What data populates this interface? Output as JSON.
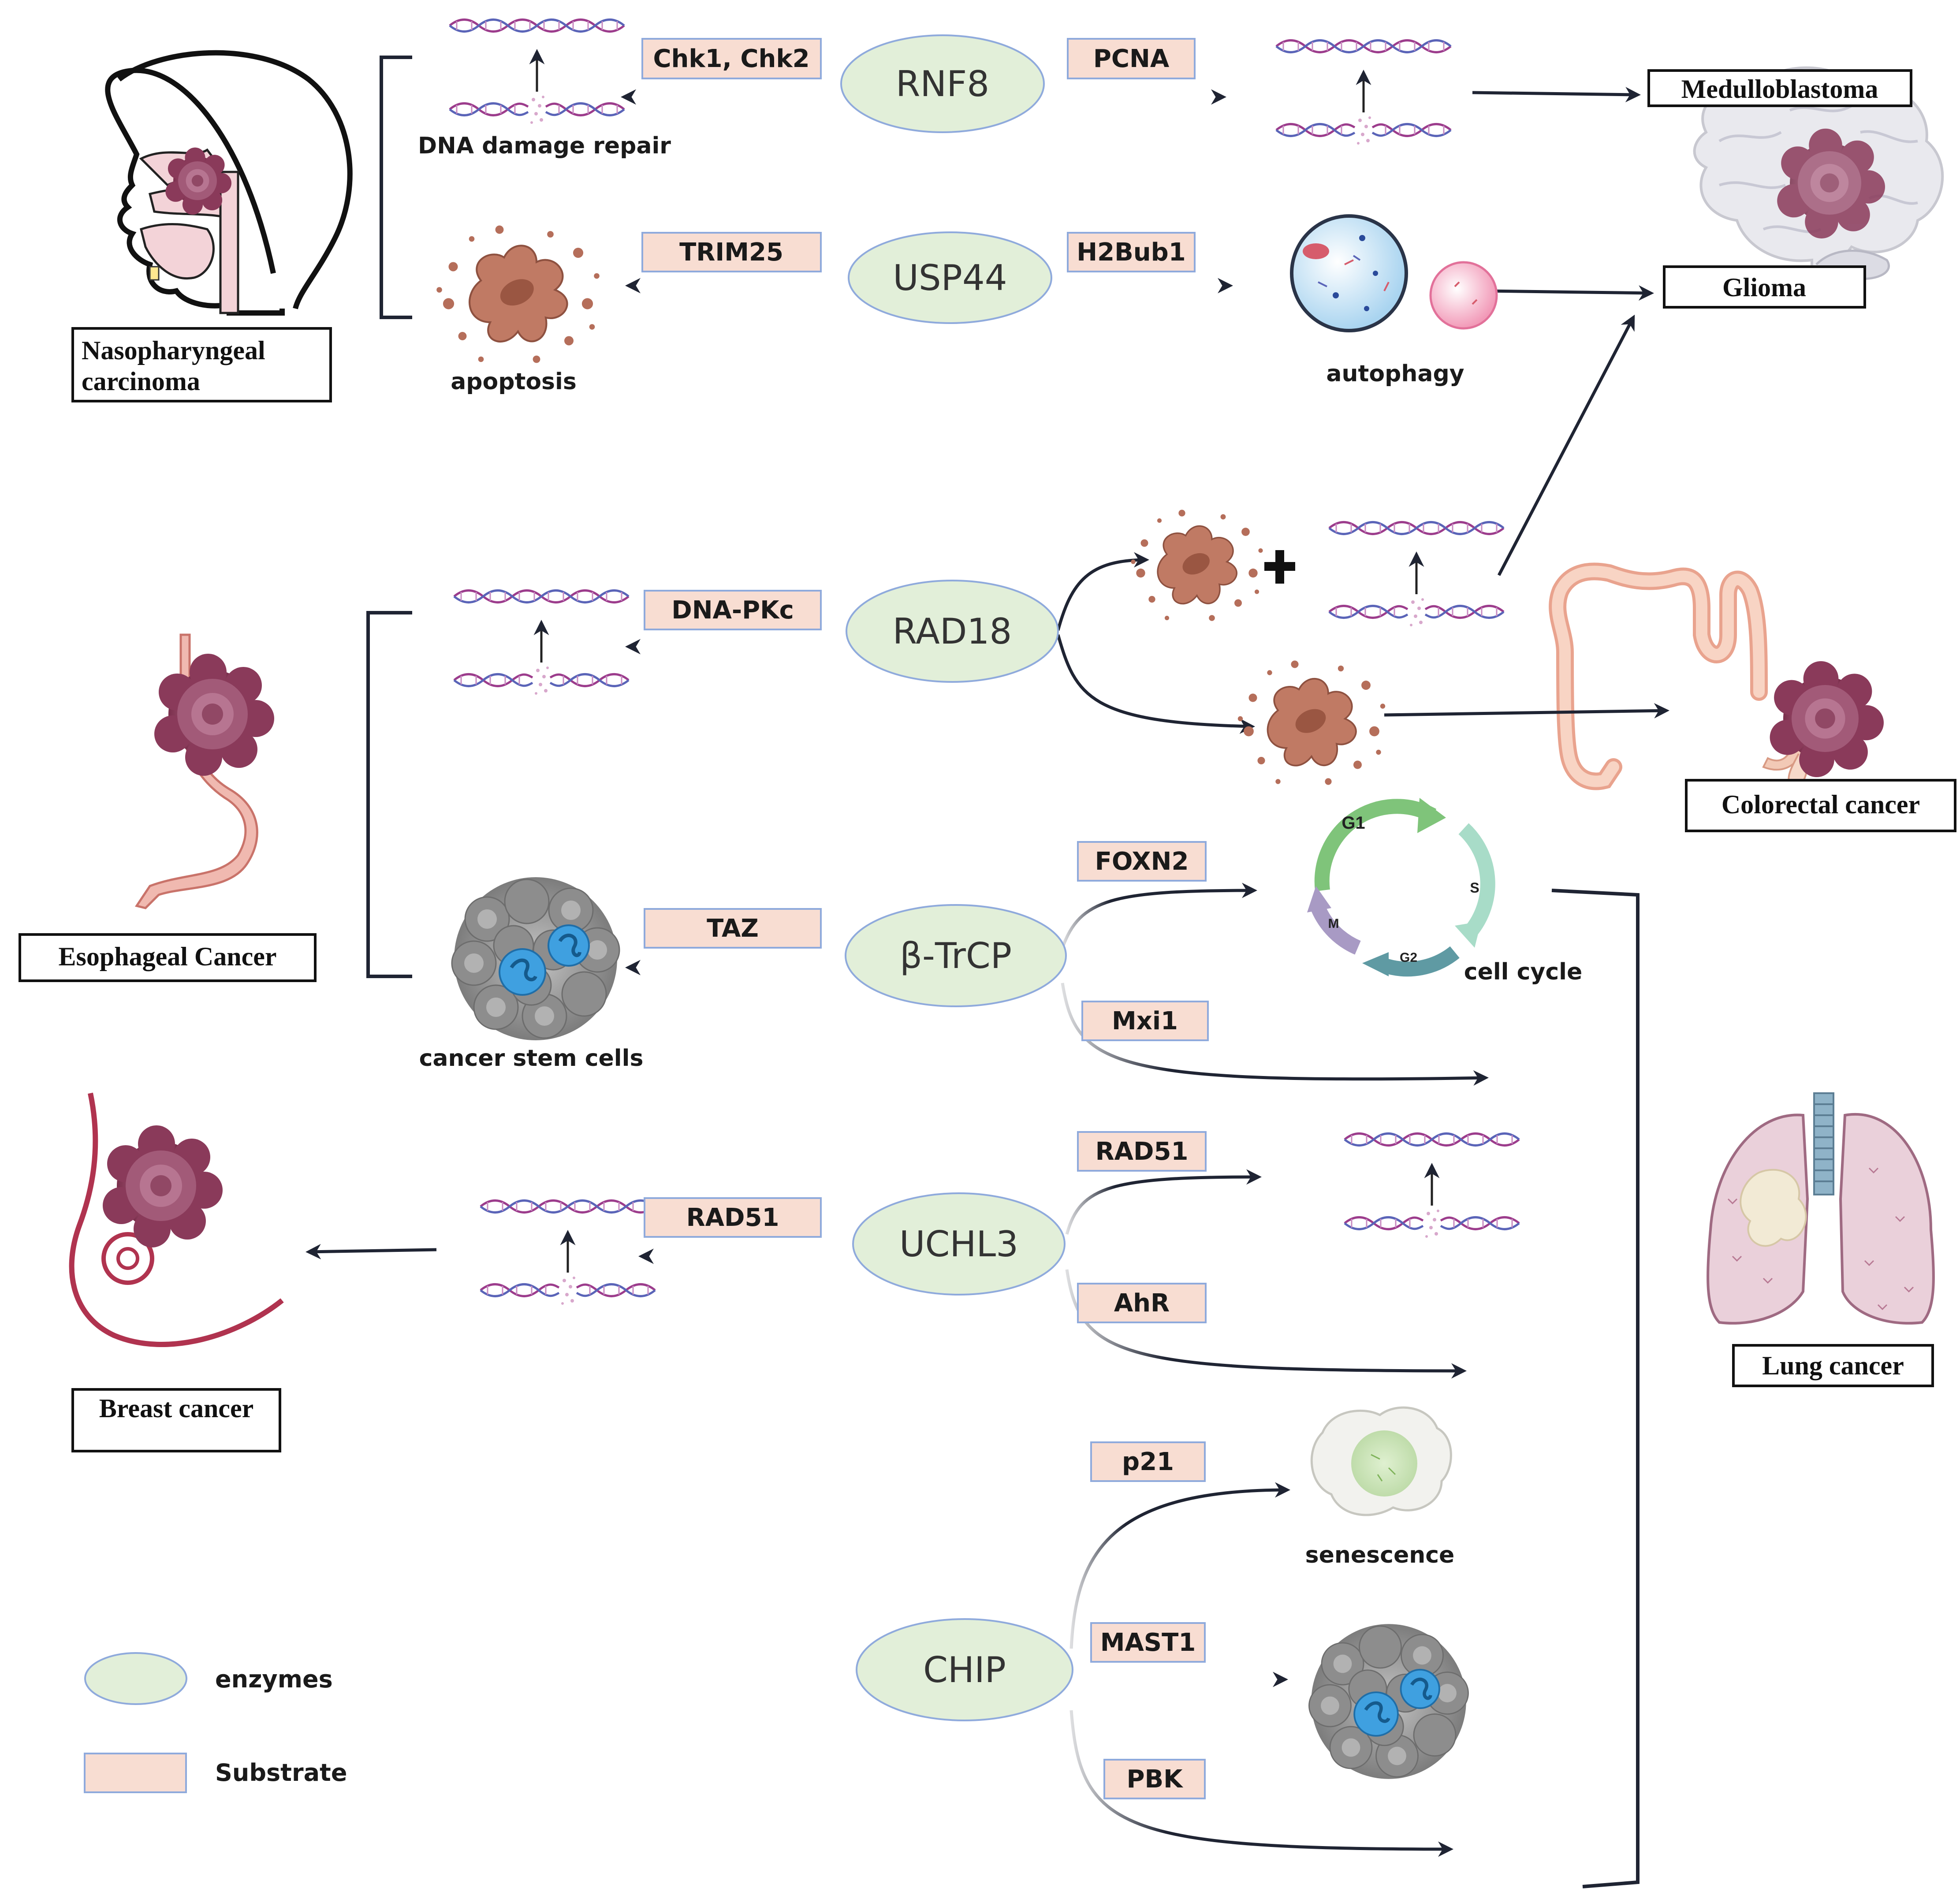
{
  "enzymes": {
    "rnf8": "RNF8",
    "usp44": "USP44",
    "rad18": "RAD18",
    "btrcp": "β-TrCP",
    "uchl3": "UCHL3",
    "chip": "CHIP"
  },
  "substrates": {
    "chk": "Chk1, Chk2",
    "pcna": "PCNA",
    "trim25": "TRIM25",
    "h2bub1": "H2Bub1",
    "dnapkc": "DNA-PKc",
    "foxn2": "FOXN2",
    "taz": "TAZ",
    "mxi1": "Mxi1",
    "rad51_a": "RAD51",
    "rad51_b": "RAD51",
    "ahr": "AhR",
    "p21": "p21",
    "mast1": "MAST1",
    "pbk": "PBK"
  },
  "captions": {
    "dna_repair": "DNA damage repair",
    "apoptosis": "apoptosis",
    "autophagy": "autophagy",
    "cancer_stem_cells": "cancer stem cells",
    "cell_cycle": "cell cycle",
    "senescence": "senescence"
  },
  "cell_cycle_phases": {
    "g1": "G1",
    "s": "S",
    "g2": "G2",
    "m": "M"
  },
  "diseases": {
    "nasopharyngeal_line1": "Nasopharyngeal",
    "nasopharyngeal_line2": "carcinoma",
    "medulloblastoma": "Medulloblastoma",
    "glioma": "Glioma",
    "esophageal": "Esophageal Cancer",
    "colorectal": "Colorectal cancer",
    "breast": "Breast cancer",
    "lung": "Lung cancer"
  },
  "legend": {
    "enzymes": "enzymes",
    "substrate": "Substrate"
  },
  "colors": {
    "enzyme_fill": "#e2efd9",
    "enzyme_stroke": "#8faadc",
    "substrate_fill": "#f8ddd2",
    "substrate_stroke": "#8faadc",
    "arrow": "#1f2433",
    "dna_strand_a": "#9c3c8c",
    "dna_strand_b": "#5a64b8",
    "tumor": "#8a3a5a",
    "apoptotic_cell": "#b97560",
    "stem_cell": "#9a9a9a",
    "stem_nucleus": "#3fa0e0"
  }
}
